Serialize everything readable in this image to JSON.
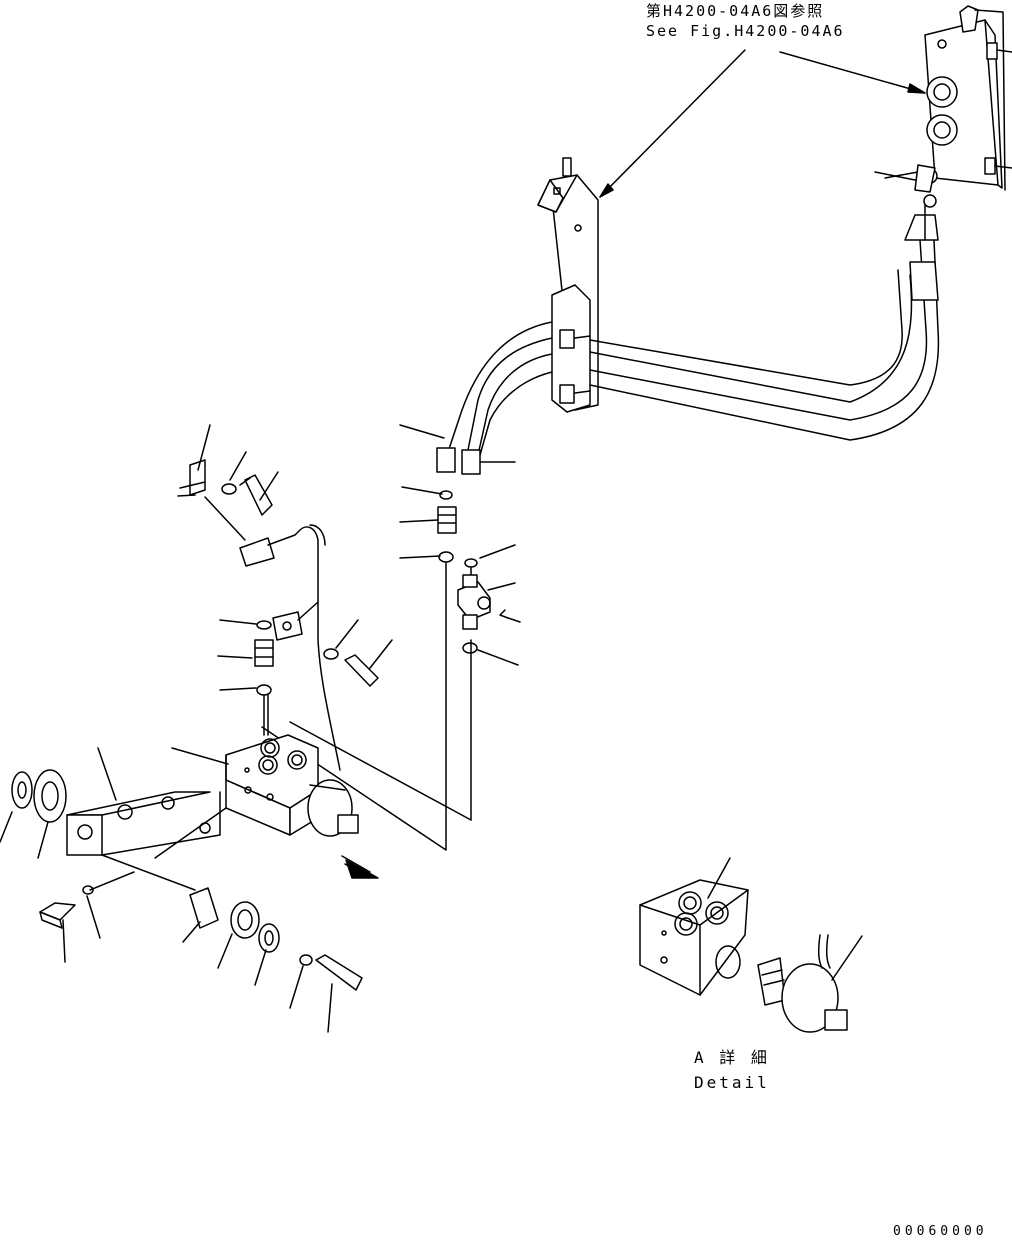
{
  "reference": {
    "jp": "第H4200-04A6図参照",
    "en": "See Fig.H4200-04A6"
  },
  "detail": {
    "jp": "A 詳 細",
    "en": "Detail"
  },
  "drawing_code": "00060000"
}
